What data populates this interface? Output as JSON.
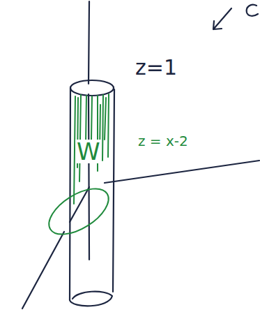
{
  "diagram": {
    "labels": [
      "z=1",
      "z = x-2",
      "W"
    ]
  }
}
